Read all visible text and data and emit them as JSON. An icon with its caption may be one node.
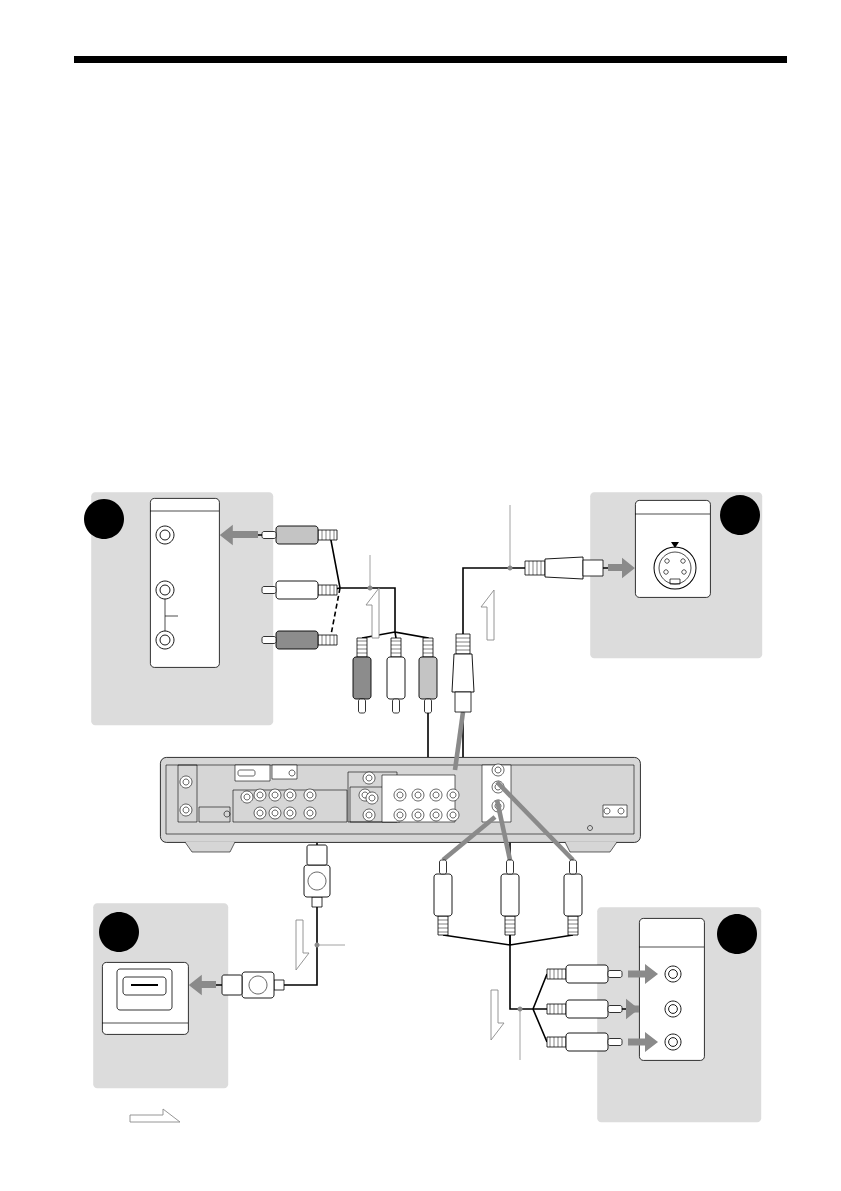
{
  "diagram": {
    "nodes": [
      {
        "text": [],
        "shape": "box"
      },
      {
        "text": [],
        "shape": "box",
        "in": 0
      },
      {
        "text": [],
        "shape": "box"
      },
      {
        "text": [],
        "shape": "box",
        "in": 2
      },
      {
        "text": [],
        "shape": "box"
      },
      {
        "text": [],
        "shape": "box"
      },
      {
        "text": [],
        "shape": "box",
        "in": 5
      },
      {
        "text": [],
        "shape": "box"
      },
      {
        "text": [],
        "shape": "box",
        "in": 7
      }
    ],
    "edges": [
      {
        "from": 4,
        "to": 1,
        "arrow": "to"
      },
      {
        "from": 4,
        "to": 3,
        "arrow": "to"
      },
      {
        "from": 4,
        "to": 6,
        "arrow": "to"
      },
      {
        "from": 4,
        "to": 8,
        "arrow": "to"
      }
    ]
  }
}
